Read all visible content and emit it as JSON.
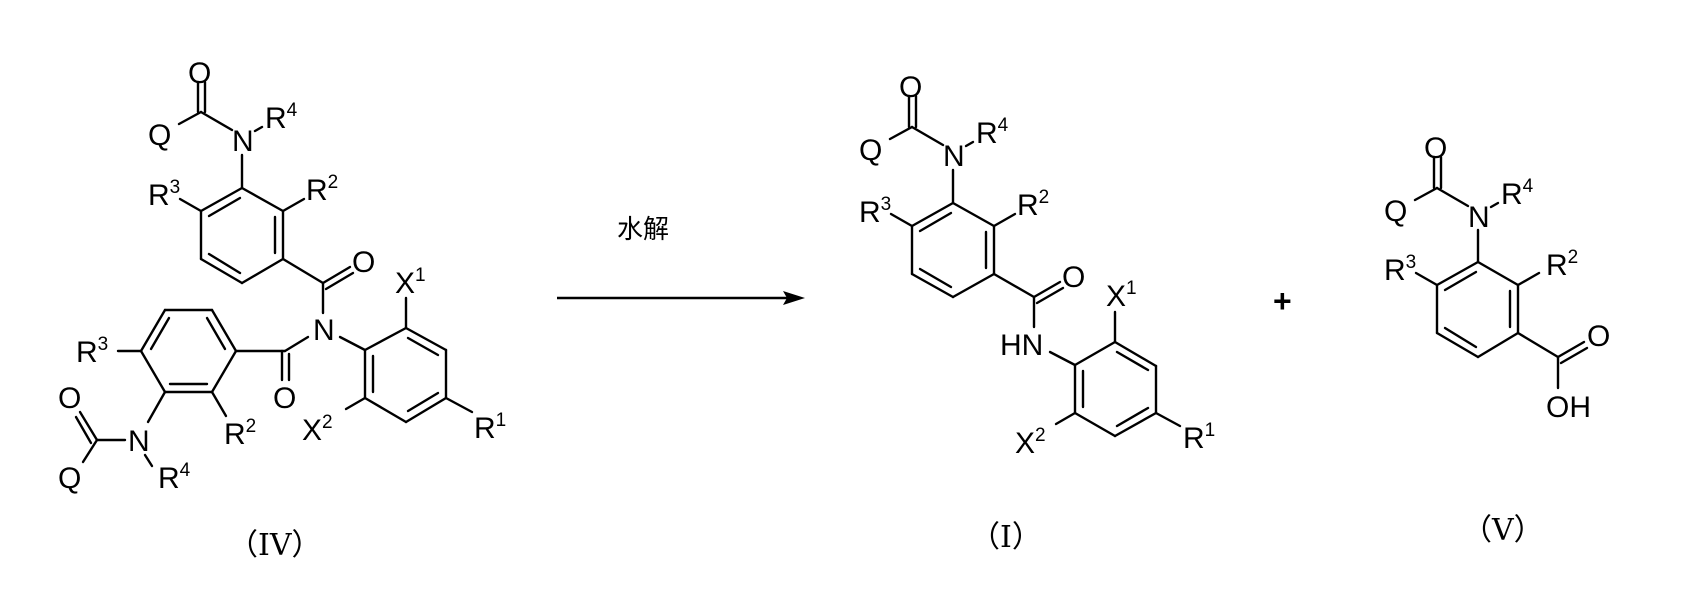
{
  "reaction": {
    "condition": "水解",
    "plus_sign": "+",
    "arrow_direction": "right"
  },
  "compounds": {
    "reactant_iv": {
      "label": "（IV）",
      "atoms": {
        "top_carbonyl_O": "O",
        "top_Q": "Q",
        "top_N": "N",
        "top_R4": "R",
        "top_R4_sup": "4",
        "top_R3": "R",
        "top_R3_sup": "3",
        "top_R2": "R",
        "top_R2_sup": "2",
        "amide_O_top": "O",
        "imide_N": "N",
        "X1": "X",
        "X1_sup": "1",
        "X2": "X",
        "X2_sup": "2",
        "R1": "R",
        "R1_sup": "1",
        "bottom_R3": "R",
        "bottom_R3_sup": "3",
        "amide_O_bottom": "O",
        "bottom_carbonyl_O": "O",
        "bottom_N": "N",
        "bottom_R2": "R",
        "bottom_R2_sup": "2",
        "bottom_Q": "Q",
        "bottom_R4": "R",
        "bottom_R4_sup": "4"
      }
    },
    "product_i": {
      "label": "（I）",
      "atoms": {
        "carbonyl_O": "O",
        "Q": "Q",
        "N": "N",
        "R4": "R",
        "R4_sup": "4",
        "R3": "R",
        "R3_sup": "3",
        "R2": "R",
        "R2_sup": "2",
        "amide_O": "O",
        "HN": "HN",
        "X1": "X",
        "X1_sup": "1",
        "X2": "X",
        "X2_sup": "2",
        "R1": "R",
        "R1_sup": "1"
      }
    },
    "product_v": {
      "label": "（V）",
      "atoms": {
        "carbonyl_O": "O",
        "Q": "Q",
        "N": "N",
        "R4": "R",
        "R4_sup": "4",
        "R3": "R",
        "R3_sup": "3",
        "R2": "R",
        "R2_sup": "2",
        "acid_O": "O",
        "OH": "OH"
      }
    }
  }
}
